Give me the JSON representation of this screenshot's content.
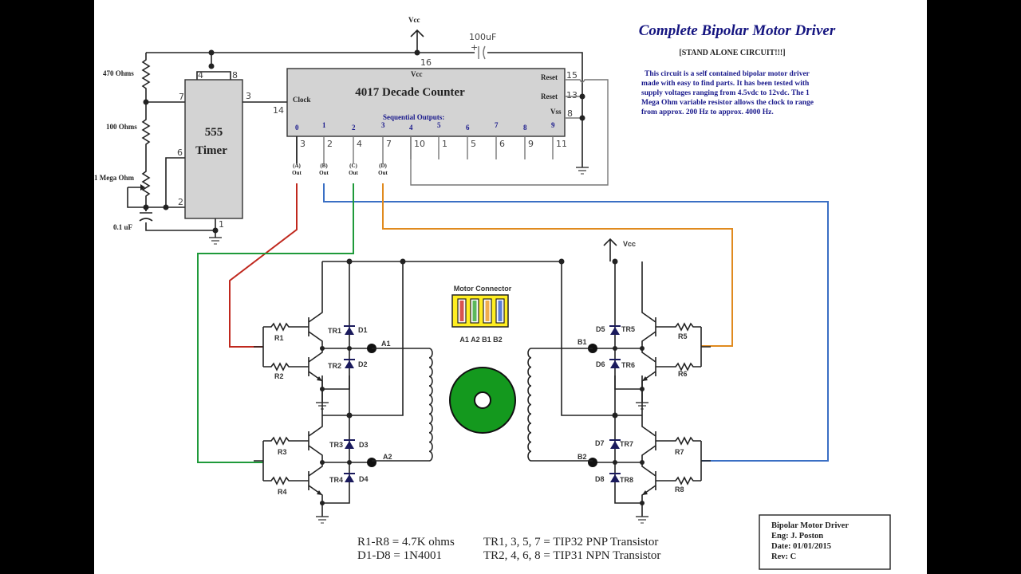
{
  "title": "Complete Bipolar Motor Driver",
  "subtitle": "[STAND ALONE CIRCUIT!!!]",
  "description": [
    "This circuit is a self contained bipolar motor driver",
    "made with easy to find parts.  It has been tested with",
    "supply voltages ranging from 4.5vdc to 12vdc.  The 1",
    "Mega Ohm variable resistor allows the clock to range",
    "from approx. 200 Hz to approx. 4000 Hz."
  ],
  "timer": {
    "line1": "555",
    "line2": "Timer",
    "pins": {
      "p4": "4",
      "p8": "8",
      "p7": "7",
      "p6": "6",
      "p2": "2",
      "p3": "3",
      "p1": "1"
    }
  },
  "timing": {
    "r1": "470 Ohms",
    "r2": "100 Ohms",
    "pot": "1 Mega Ohm",
    "cap": "0.1 uF"
  },
  "counter": {
    "title": "4017 Decade Counter",
    "vcc": "Vcc",
    "clock": "Clock",
    "reset1": "Reset",
    "reset2": "Reset",
    "vss": "Vss",
    "seq": "Sequential Outputs:",
    "outputs": [
      "0",
      "1",
      "2",
      "3",
      "4",
      "5",
      "6",
      "7",
      "8",
      "9"
    ],
    "pins": [
      "3",
      "2",
      "4",
      "7",
      "10",
      "1",
      "5",
      "6",
      "9",
      "11"
    ],
    "pin16": "16",
    "pin14": "14",
    "pin15": "15",
    "pin13": "13",
    "pin8": "8"
  },
  "supply": {
    "vcc_top": "Vcc",
    "vcc_right": "Vcc",
    "bulk_cap": "100uF"
  },
  "outs": [
    {
      "tag": "(A)",
      "label": "Out",
      "color": "#c0281e"
    },
    {
      "tag": "(B)",
      "label": "Out",
      "color": "#3a6fc4"
    },
    {
      "tag": "(C)",
      "label": "Out",
      "color": "#1f9a3a"
    },
    {
      "tag": "(D)",
      "label": "Out",
      "color": "#e08a1e"
    }
  ],
  "bridge": {
    "resistors": [
      "R1",
      "R2",
      "R3",
      "R4",
      "R5",
      "R6",
      "R7",
      "R8"
    ],
    "transistors": [
      "TR1",
      "TR2",
      "TR3",
      "TR4",
      "TR5",
      "TR6",
      "TR7",
      "TR8"
    ],
    "diodes": [
      "D1",
      "D2",
      "D3",
      "D4",
      "D5",
      "D6",
      "D7",
      "D8"
    ],
    "nodes": [
      "A1",
      "A2",
      "B1",
      "B2"
    ]
  },
  "connector": {
    "title": "Motor Connector",
    "pins": "A1 A2 B1 B2",
    "colors": [
      "#d9534f",
      "#5cb85c",
      "#f0ad4e",
      "#5b7fd6"
    ],
    "body": "#ffee22"
  },
  "motor_color": "#14991e",
  "notes": {
    "resistors": "R1-R8 = 4.7K ohms",
    "diodes": "D1-D8 = 1N4001",
    "pnp": "TR1, 3, 5, 7 = TIP32 PNP Transistor",
    "npn": "TR2, 4, 6, 8 = TIP31 NPN Transistor"
  },
  "title_block": {
    "name": "Bipolar Motor Driver",
    "eng": "Eng:  J. Poston",
    "date": "Date:  01/01/2015",
    "rev": "Rev:   C"
  }
}
